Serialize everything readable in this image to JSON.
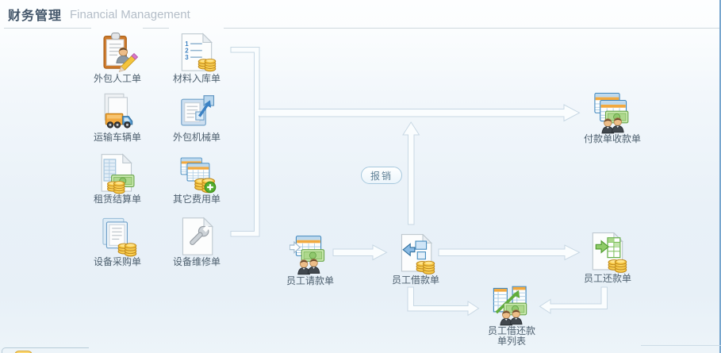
{
  "header": {
    "title_cn": "财务管理",
    "title_en": "Financial Management"
  },
  "left_grid": {
    "items": [
      {
        "label": "外包人工单",
        "icon": "clipboard-person-pencil-icon"
      },
      {
        "label": "材料入库单",
        "icon": "document-numbers-coins-icon"
      },
      {
        "label": "运输车辆单",
        "icon": "documents-truck-icon"
      },
      {
        "label": "外包机械单",
        "icon": "window-arrow-icon"
      },
      {
        "label": "租赁结算单",
        "icon": "document-money-coins-icon"
      },
      {
        "label": "其它费用单",
        "icon": "tables-coins-plus-icon"
      },
      {
        "label": "设备采购单",
        "icon": "framed-document-coins-icon"
      },
      {
        "label": "设备维修单",
        "icon": "document-wrench-icon"
      }
    ]
  },
  "flow": {
    "payment_receipt": {
      "label": "付款单收款单",
      "icon": "tables-money-people-icon"
    },
    "reimburse_badge": "报销",
    "request": {
      "label": "员工请款单",
      "icon": "table-arrow-money-people-icon"
    },
    "loan": {
      "label": "员工借款单",
      "icon": "document-blue-arrow-coins-icon"
    },
    "repay": {
      "label": "员工还款单",
      "icon": "document-green-arrow-coins-icon"
    },
    "loan_repay_list": {
      "label_line1": "员工借还款",
      "label_line2": "单列表",
      "icon": "tables-green-arrow-money-people-icon"
    }
  },
  "colors": {
    "pipe_stroke": "#c8d8e4",
    "pipe_fill": "#fafdfe",
    "accent_blue": "#3e86bd",
    "coin_gold": "#f7c843",
    "money_green": "#cdeab2"
  }
}
